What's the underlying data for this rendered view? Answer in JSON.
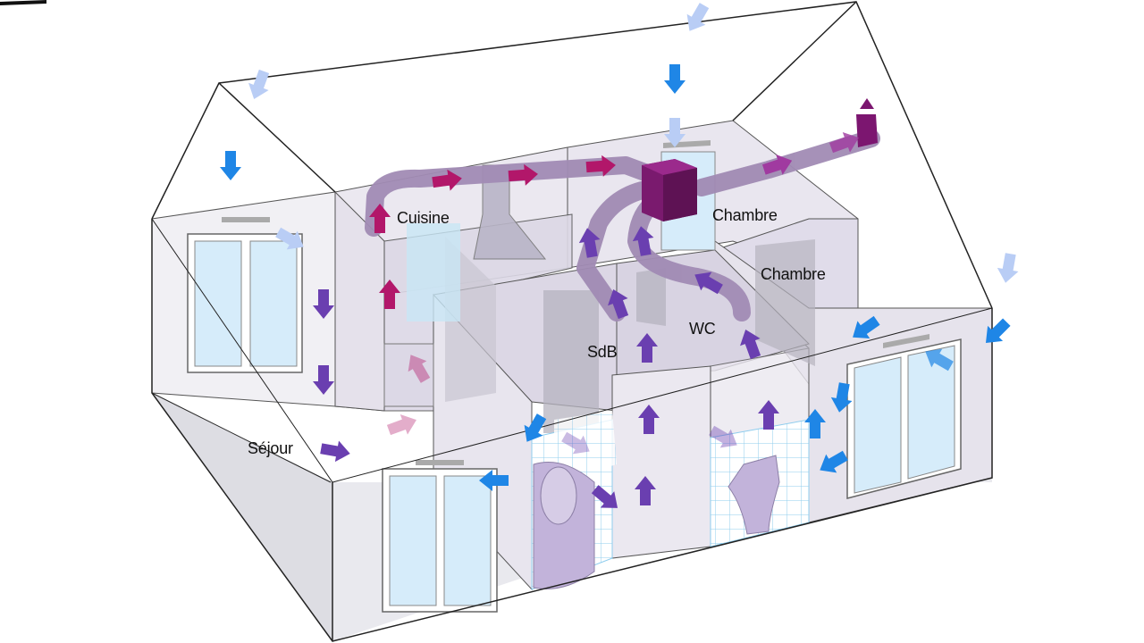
{
  "rooms": {
    "cuisine": "Cuisine",
    "chambre_1": "Chambre",
    "chambre_2": "Chambre",
    "sdb": "SdB",
    "wc": "WC",
    "sejour": "Séjour"
  },
  "colors": {
    "fresh_air": "#1f86e6",
    "fresh_air_faded": "#b9cdf5",
    "transfer_air": "#6a3fb0",
    "transfer_air_faded": "#c8b3d9",
    "extract_air": "#b2176a",
    "exhaust_air": "#7c1670",
    "duct": "#a18bb4",
    "unit": "#7a1a6e",
    "wall_fill": "#e4e1ea",
    "floor_fill": "#e9e9ee",
    "window_glass": "#d6ecfa",
    "tile_grid": "#8fcdee",
    "fixture": "#c2b3da"
  },
  "icons": {
    "fresh_air_arrow": "arrow-fresh-air-icon",
    "transfer_air_arrow": "arrow-transfer-air-icon",
    "extract_air_arrow": "arrow-extract-air-icon",
    "ventilation_unit": "vmc-unit-icon"
  }
}
